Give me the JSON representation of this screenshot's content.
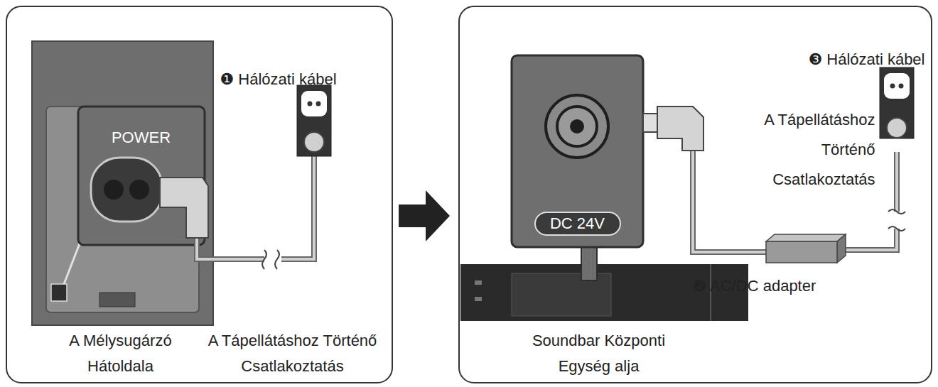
{
  "diagram": {
    "nodes": [
      {
        "text": [
          "❶ Hálózati kábel",
          "POWER",
          "A Mélysugárzó Hátoldala",
          "A Tápellátáshoz Történő Csatlakoztatás"
        ]
      },
      {
        "text": [
          "❸ Hálózati kábel",
          "A Tápellátáshoz Történő Csatlakoztatás",
          "DC 24V",
          "Soundbar Központi Egység alja",
          "❷ AC/DC adapter"
        ]
      }
    ],
    "edges": [
      {
        "from": 0,
        "to": 1,
        "arrow": "to"
      }
    ]
  }
}
